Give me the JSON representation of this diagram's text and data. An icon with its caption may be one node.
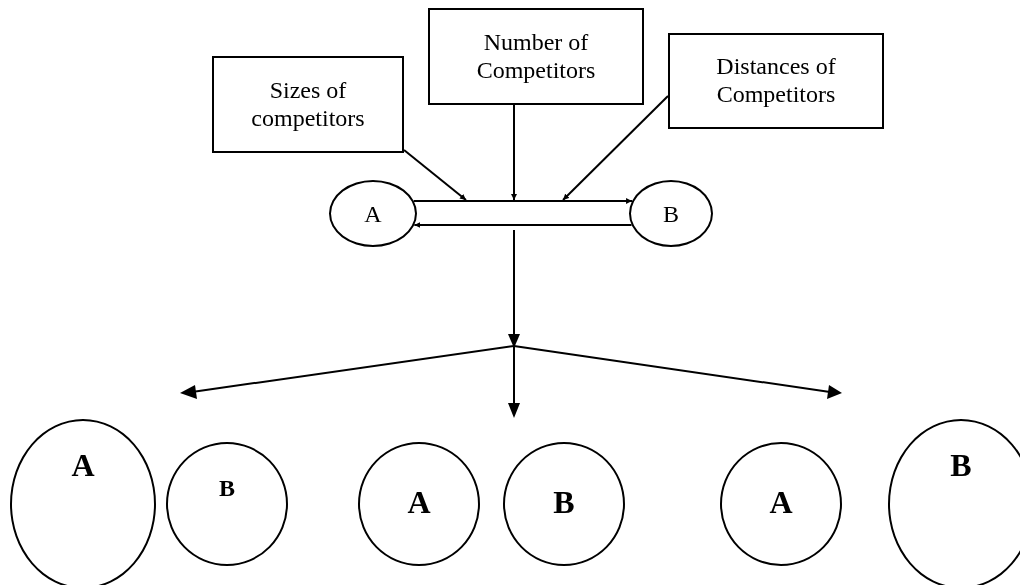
{
  "diagram": {
    "nodes": [
      {
        "text": [
          "Sizes of competitors"
        ]
      },
      {
        "text": [
          "Number of Competitors"
        ]
      },
      {
        "text": [
          "Distances of Competitors"
        ]
      },
      {
        "text": [
          "A"
        ]
      },
      {
        "text": [
          "B"
        ]
      },
      {
        "text": [
          "A"
        ]
      },
      {
        "text": [
          "B"
        ]
      },
      {
        "text": [
          "A"
        ]
      },
      {
        "text": [
          "B"
        ]
      },
      {
        "text": [
          "A"
        ]
      },
      {
        "text": [
          "B"
        ]
      }
    ],
    "edges": [
      {
        "from": 0,
        "to": null,
        "arrow": "to"
      },
      {
        "from": 1,
        "to": null,
        "arrow": "to"
      },
      {
        "from": 2,
        "to": null,
        "arrow": "to"
      },
      {
        "from": 3,
        "to": 4,
        "arrow": "to"
      },
      {
        "from": 4,
        "to": 3,
        "arrow": "to"
      }
    ]
  }
}
